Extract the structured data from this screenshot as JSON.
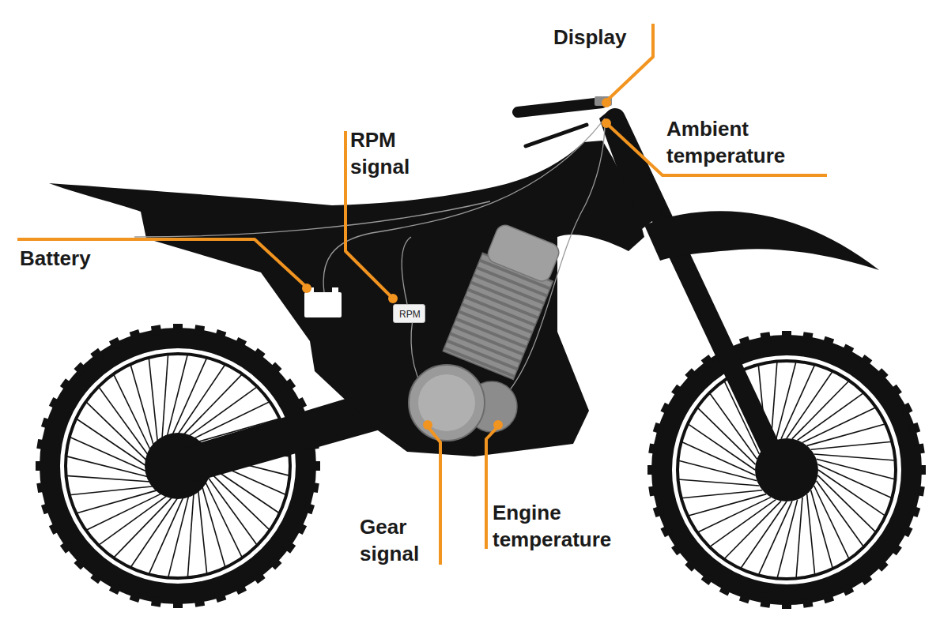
{
  "diagram": {
    "nodes": [
      {
        "text": [
          "RPM"
        ]
      }
    ],
    "labels": [
      "Display",
      "Ambient temperature",
      "RPM signal",
      "Battery",
      "Gear signal",
      "Engine temperature"
    ]
  }
}
